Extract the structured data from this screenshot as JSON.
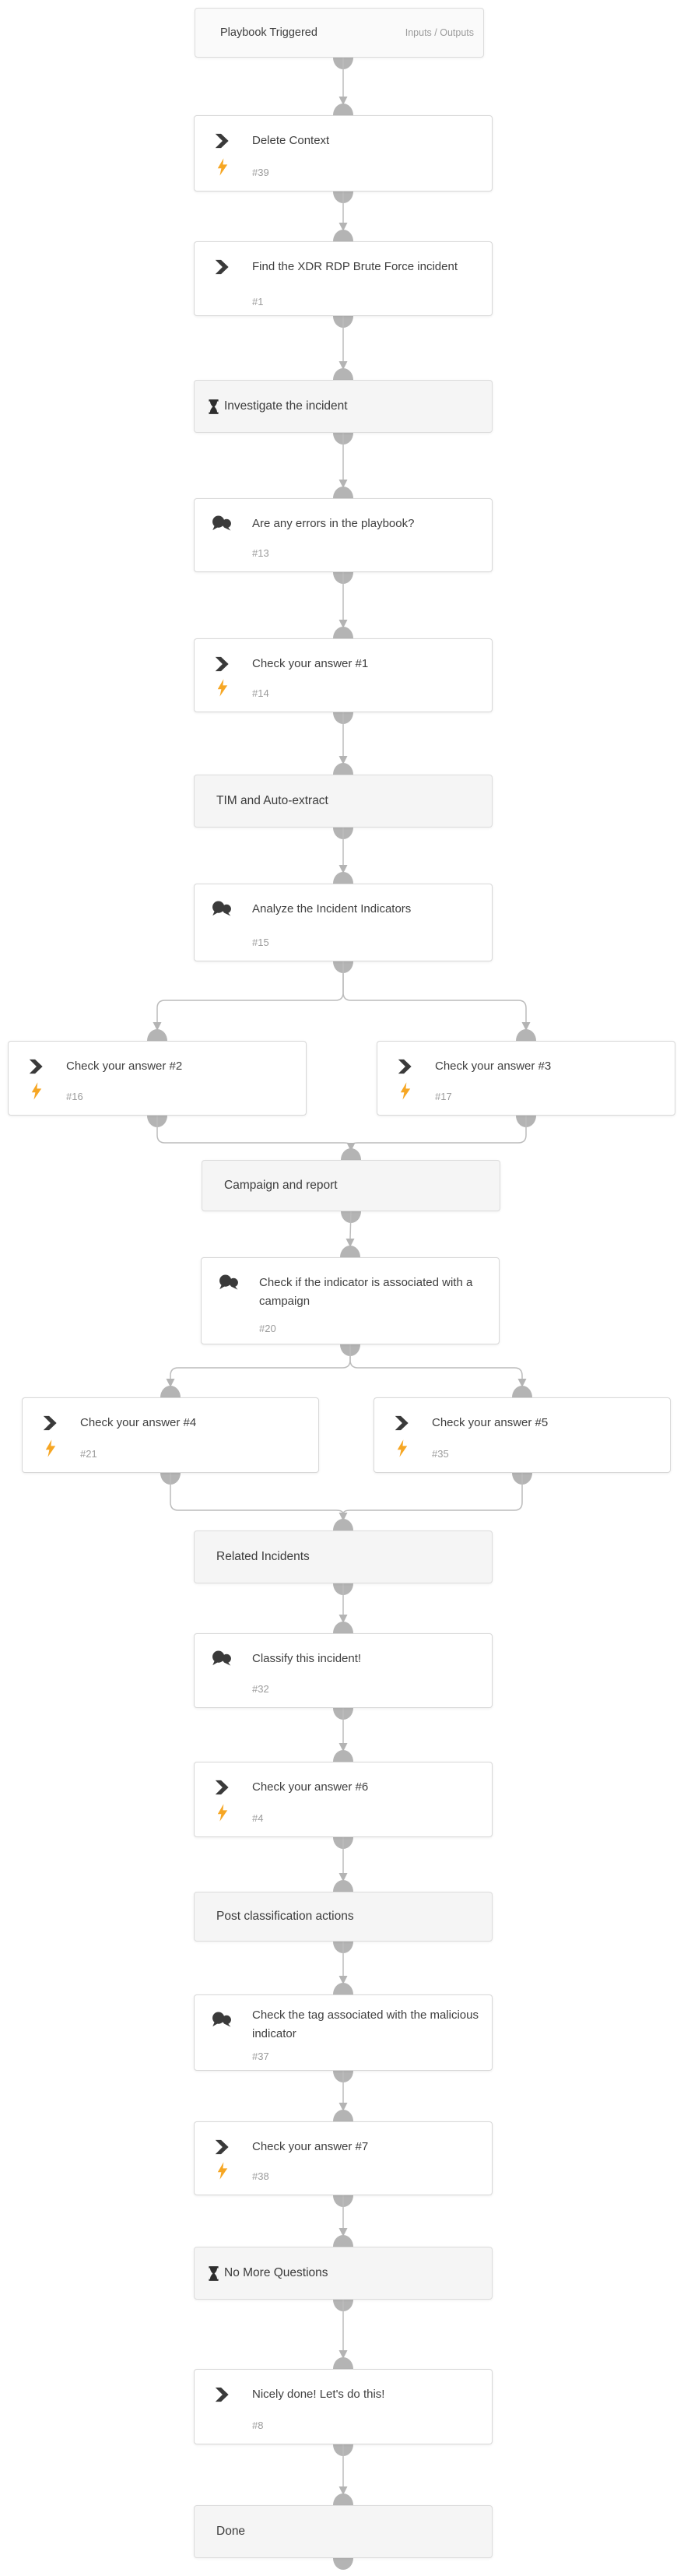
{
  "app": {
    "view": "playbook-workflow"
  },
  "trigger": {
    "title": "Playbook Triggered",
    "link_label": "Inputs / Outputs"
  },
  "icons": {
    "task": "chevron-right-icon",
    "condition": "chat-bubbles-icon",
    "automation_badge": "lightning-icon",
    "wait_section": "hourglass-icon"
  },
  "colors": {
    "connector_line": "#bcbcbc",
    "connector_ball": "#b4b4b4",
    "node_border": "#d8d8d8",
    "node_bg": "#ffffff",
    "section_bg": "#f5f5f5",
    "title_text": "#3f3f3f",
    "number_text": "#9b9b9b",
    "icon_dark": "#3a3a3a",
    "lightning": "#f6a623"
  },
  "nodes": [
    {
      "id": 0,
      "type": "trigger",
      "title": "Playbook Triggered",
      "link": "Inputs / Outputs"
    },
    {
      "id": 1,
      "type": "task",
      "title": "Delete Context",
      "number": "#39",
      "automation": true
    },
    {
      "id": 2,
      "type": "task",
      "title": "Find the XDR RDP Brute Force incident",
      "number": "#1",
      "automation": false
    },
    {
      "id": 3,
      "type": "section",
      "title": "Investigate the incident",
      "wait_icon": true
    },
    {
      "id": 4,
      "type": "condition",
      "title": "Are any errors in the playbook?",
      "number": "#13"
    },
    {
      "id": 5,
      "type": "task",
      "title": "Check your answer #1",
      "number": "#14",
      "automation": true
    },
    {
      "id": 6,
      "type": "section",
      "title": "TIM and Auto-extract",
      "wait_icon": false
    },
    {
      "id": 7,
      "type": "condition",
      "title": "Analyze the Incident Indicators",
      "number": "#15"
    },
    {
      "id": 8,
      "type": "task",
      "title": "Check your answer #2",
      "number": "#16",
      "automation": true
    },
    {
      "id": 9,
      "type": "task",
      "title": "Check your answer #3",
      "number": "#17",
      "automation": true
    },
    {
      "id": 10,
      "type": "section",
      "title": "Campaign and report",
      "wait_icon": false
    },
    {
      "id": 11,
      "type": "condition",
      "title": "Check if the indicator is associated with a campaign",
      "number": "#20"
    },
    {
      "id": 12,
      "type": "task",
      "title": "Check your answer #4",
      "number": "#21",
      "automation": true
    },
    {
      "id": 13,
      "type": "task",
      "title": "Check your answer #5",
      "number": "#35",
      "automation": true
    },
    {
      "id": 14,
      "type": "section",
      "title": "Related Incidents",
      "wait_icon": false
    },
    {
      "id": 15,
      "type": "condition",
      "title": "Classify this incident!",
      "number": "#32"
    },
    {
      "id": 16,
      "type": "task",
      "title": "Check your answer #6",
      "number": "#4",
      "automation": true
    },
    {
      "id": 17,
      "type": "section",
      "title": "Post classification actions",
      "wait_icon": false
    },
    {
      "id": 18,
      "type": "condition",
      "title": "Check the tag associated with the malicious indicator",
      "number": "#37"
    },
    {
      "id": 19,
      "type": "task",
      "title": "Check your answer #7",
      "number": "#38",
      "automation": true
    },
    {
      "id": 20,
      "type": "section",
      "title": "No More Questions",
      "wait_icon": true
    },
    {
      "id": 21,
      "type": "task",
      "title": "Nicely done! Let's do this!",
      "number": "#8",
      "automation": false
    },
    {
      "id": 22,
      "type": "section",
      "title": "Done",
      "wait_icon": false
    }
  ],
  "edges": [
    {
      "from": "Playbook Triggered",
      "to": "Delete Context"
    },
    {
      "from": "Delete Context",
      "to": "Find the XDR RDP Brute Force incident"
    },
    {
      "from": "Find the XDR RDP Brute Force incident",
      "to": "Investigate the incident"
    },
    {
      "from": "Investigate the incident",
      "to": "Are any errors in the playbook?"
    },
    {
      "from": "Are any errors in the playbook?",
      "to": "Check your answer #1"
    },
    {
      "from": "Check your answer #1",
      "to": "TIM and Auto-extract"
    },
    {
      "from": "TIM and Auto-extract",
      "to": "Analyze the Incident Indicators"
    },
    {
      "from": "Analyze the Incident Indicators",
      "to": "Check your answer #2"
    },
    {
      "from": "Analyze the Incident Indicators",
      "to": "Check your answer #3"
    },
    {
      "from": "Check your answer #2",
      "to": "Campaign and report"
    },
    {
      "from": "Check your answer #3",
      "to": "Campaign and report"
    },
    {
      "from": "Campaign and report",
      "to": "Check if the indicator is associated with a campaign"
    },
    {
      "from": "Check if the indicator is associated with a campaign",
      "to": "Check your answer #4"
    },
    {
      "from": "Check if the indicator is associated with a campaign",
      "to": "Check your answer #5"
    },
    {
      "from": "Check your answer #4",
      "to": "Related Incidents"
    },
    {
      "from": "Check your answer #5",
      "to": "Related Incidents"
    },
    {
      "from": "Related Incidents",
      "to": "Classify this incident!"
    },
    {
      "from": "Classify this incident!",
      "to": "Check your answer #6"
    },
    {
      "from": "Check your answer #6",
      "to": "Post classification actions"
    },
    {
      "from": "Post classification actions",
      "to": "Check the tag associated with the malicious indicator"
    },
    {
      "from": "Check the tag associated with the malicious indicator",
      "to": "Check your answer #7"
    },
    {
      "from": "Check your answer #7",
      "to": "No More Questions"
    },
    {
      "from": "No More Questions",
      "to": "Nicely done! Let's do this!"
    },
    {
      "from": "Nicely done! Let's do this!",
      "to": "Done"
    }
  ]
}
